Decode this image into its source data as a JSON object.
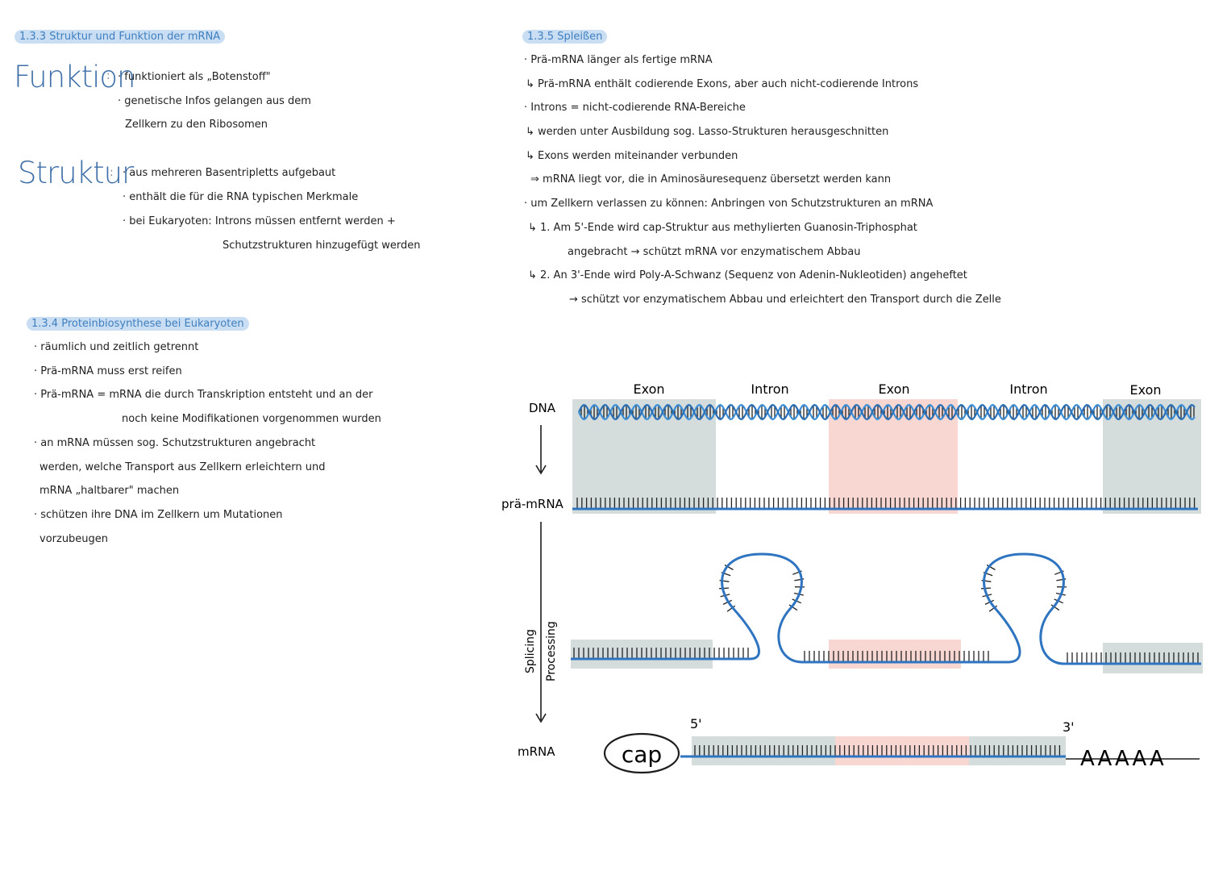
{
  "left": {
    "s133": {
      "heading": "1.3.3 Struktur und Funktion der mRNA",
      "funktion_word": "Funktion",
      "funktion_lines": [
        "· funktioniert als „Botenstoff\"",
        "· genetische Infos gelangen aus dem",
        "Zellkern zu den Ribosomen"
      ],
      "struktur_word": "Struktur",
      "struktur_lines": [
        "· aus mehreren Basentripletts aufgebaut",
        "· enthält die für die RNA typischen Merkmale",
        "· bei Eukaryoten: Introns müssen entfernt werden +",
        "Schutzstrukturen hinzugefügt werden"
      ]
    },
    "s134": {
      "heading": "1.3.4 Proteinbiosynthese bei Eukaryoten",
      "lines": [
        "· räumlich und zeitlich getrennt",
        "· Prä-mRNA muss erst reifen",
        "· Prä-mRNA = mRNA die durch Transkription entsteht und an der",
        "noch keine Modifikationen vorgenommen wurden",
        "· an mRNA müssen sog. Schutzstrukturen angebracht",
        "werden, welche Transport aus Zellkern erleichtern und",
        "mRNA „haltbarer\" machen",
        "· schützen ihre DNA im Zellkern um Mutationen",
        "vorzubeugen"
      ]
    }
  },
  "right": {
    "s135": {
      "heading": "1.3.5 Spleißen",
      "lines": [
        "· Prä-mRNA länger als fertige mRNA",
        "↳ Prä-mRNA enthält codierende Exons, aber auch nicht-codierende Introns",
        "· Introns = nicht-codierende RNA-Bereiche",
        "↳ werden unter Ausbildung sog. Lasso-Strukturen herausgeschnitten",
        "↳ Exons werden miteinander verbunden",
        "⇒ mRNA liegt vor, die in Aminosäuresequenz übersetzt werden kann",
        "· um Zellkern verlassen zu können: Anbringen von Schutzstrukturen an mRNA",
        "↳ 1. Am 5'-Ende wird cap-Struktur aus methylierten Guanosin-Triphosphat",
        "angebracht → schützt mRNA vor enzymatischem Abbau",
        "↳ 2. An 3'-Ende wird Poly-A-Schwanz (Sequenz von Adenin-Nukleotiden) angeheftet",
        "→ schützt vor enzymatischem Abbau und erleichtert den Transport durch die Zelle"
      ]
    }
  },
  "diagram": {
    "region_labels": [
      "Exon",
      "Intron",
      "Exon",
      "Intron",
      "Exon"
    ],
    "row_labels": {
      "dna": "DNA",
      "pre_mrna": "prä-mRNA",
      "mrna": "mRNA"
    },
    "process_labels": [
      "Splicing",
      "Processing"
    ],
    "cap_label": "cap",
    "five_prime": "5'",
    "three_prime": "3'",
    "poly_a": "AAAAA"
  },
  "colors": {
    "heading_bg": "#c9def3",
    "heading_text": "#3f7fbf",
    "exon_gray": "#d4dcdc",
    "exon_pink": "#f8d7d2",
    "strand_blue": "#2f74c0"
  }
}
